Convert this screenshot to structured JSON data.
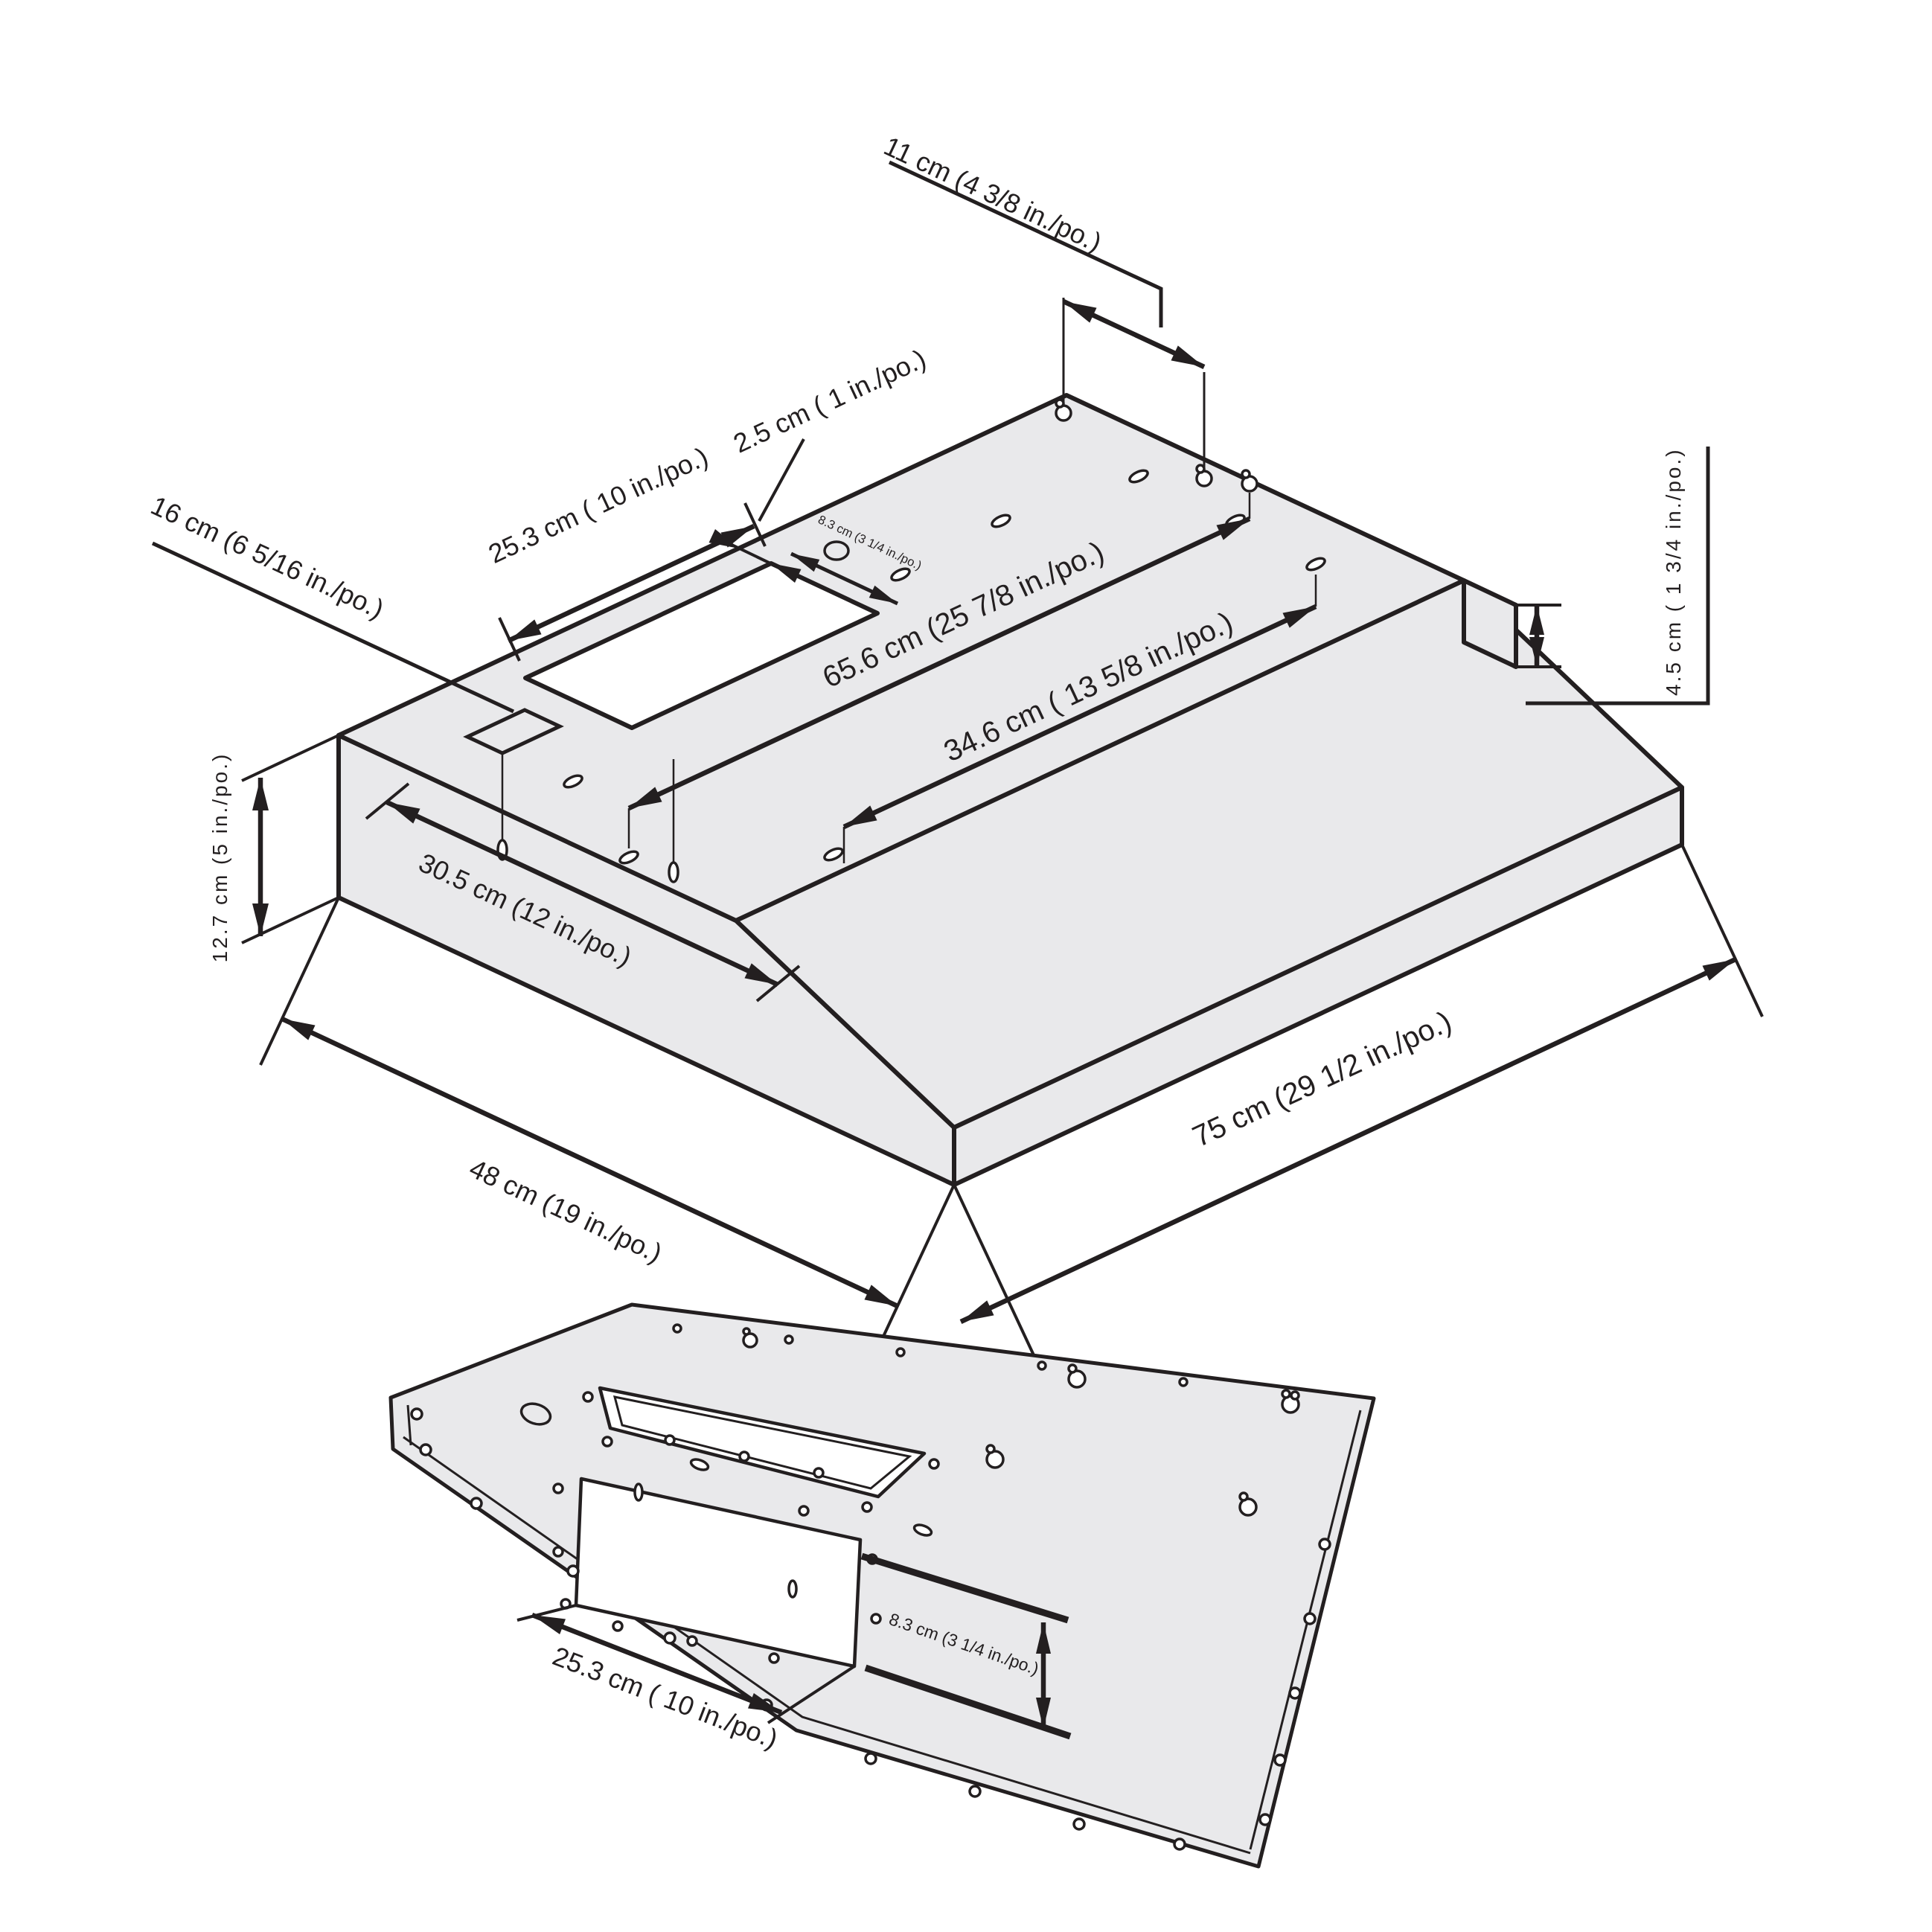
{
  "diagram": {
    "type": "technical-dimension-drawing",
    "subject": "range hood with metric and imperial dimensions",
    "colors": {
      "background": "#ffffff",
      "line": "#231f20",
      "face": "#e9e9eb"
    }
  },
  "top_view": {
    "labels": {
      "w11": "11 cm   (4 3/8 in./po.)",
      "w2_5": "2.5 cm   ( 1 in./po.)",
      "w25_3": "25.3 cm   ( 10 in./po.)",
      "w8_3": "8.3 cm  (3 1/4 in./po.)",
      "w16": "16 cm   (6 5/16 in./po.)",
      "w65_6": "65.6 cm   (25 7/8 in./po.)",
      "w34_6": "34.6 cm   ( 13 5/8 in./po.)",
      "h4_5": "4.5 cm   ( 1 3/4 in./po.)",
      "h12_7": "12.7 cm   (5 in./po.)",
      "d30_5": "30.5 cm   (12 in./po.)",
      "d48": "48 cm   (19 in./po.)",
      "w75": "75 cm   (29 1/2 in./po.)"
    }
  },
  "bottom_view": {
    "labels": {
      "w25_3": "25.3 cm   ( 10 in./po.)",
      "h8_3": "8.3 cm   (3 1/4 in./po.)"
    }
  }
}
